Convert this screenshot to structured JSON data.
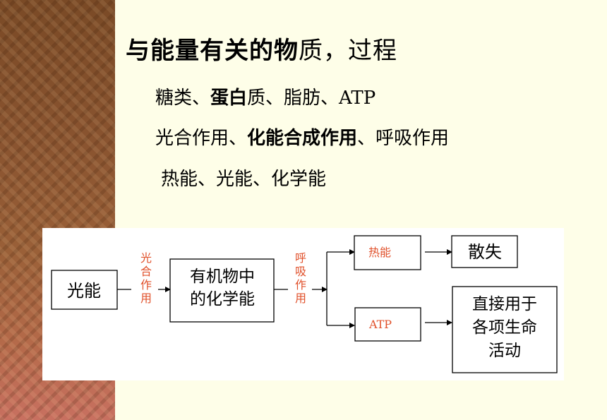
{
  "title": {
    "bold_part": "与能量有关的物",
    "rest": "质，过程"
  },
  "lines": [
    {
      "segments": [
        {
          "text": "糖类、",
          "bold": false
        },
        {
          "text": "蛋白",
          "bold": true
        },
        {
          "text": "质、脂肪、ATP",
          "bold": false
        }
      ]
    },
    {
      "segments": [
        {
          "text": "光合作用、",
          "bold": false
        },
        {
          "text": "化能合成作用",
          "bold": true
        },
        {
          "text": "、呼吸作用",
          "bold": false
        }
      ]
    },
    {
      "segments": [
        {
          "text": "热能、光能、化学能",
          "bold": false
        }
      ]
    }
  ],
  "diagram": {
    "nodes": {
      "light_energy": "光能",
      "organic_chem_line1": "有机物中",
      "organic_chem_line2": "的化学能",
      "heat": "热能",
      "atp": "ATP",
      "dissipate": "散失",
      "direct_use_line1": "直接用于",
      "direct_use_line2": "各项生命",
      "direct_use_line3": "活动"
    },
    "edge_labels": {
      "photosynthesis": [
        "光",
        "合",
        "作",
        "用"
      ],
      "respiration": [
        "呼",
        "吸",
        "作",
        "用"
      ]
    },
    "colors": {
      "edge_label": "#e0502a",
      "node_border": "#000000"
    }
  }
}
